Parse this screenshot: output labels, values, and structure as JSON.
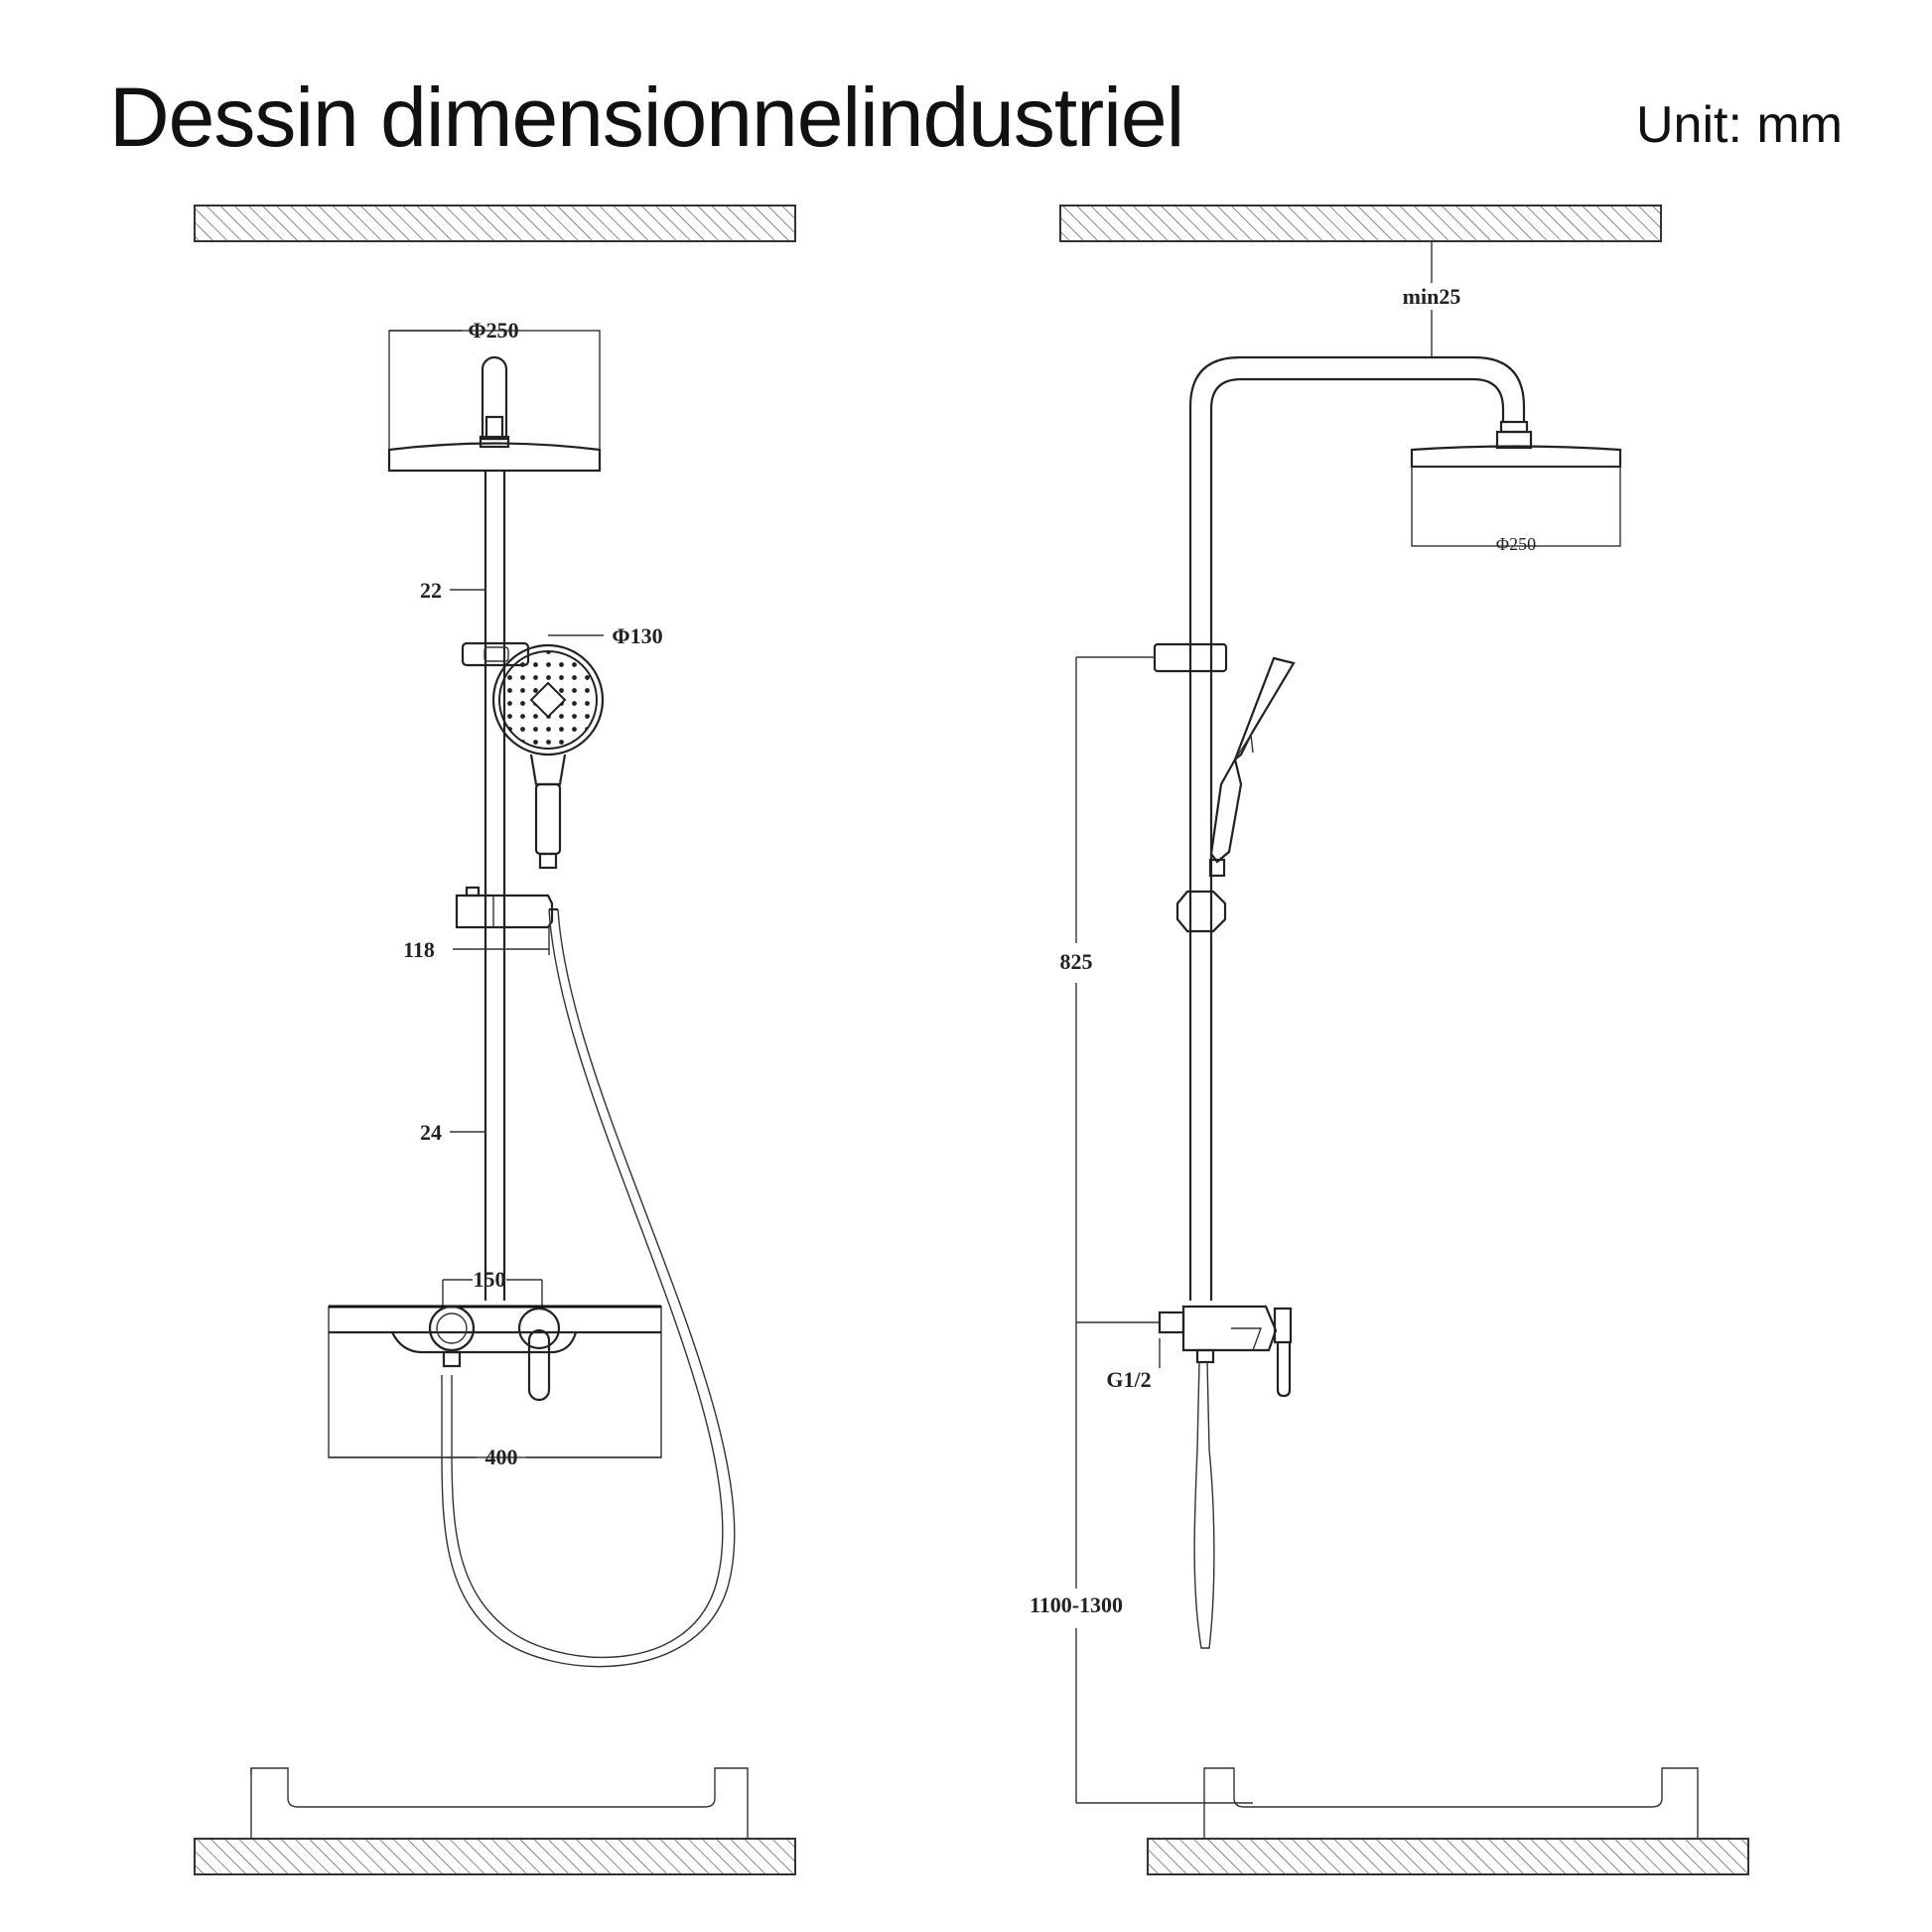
{
  "header": {
    "title": "Dessin dimensionnelindustriel",
    "unit": "Unit: mm"
  },
  "front_view": {
    "dims": {
      "overhead_diameter": "Φ250",
      "pipe_upper": "22",
      "handshower_diameter": "Φ130",
      "holder_height": "118",
      "pipe_lower": "24",
      "handle_spacing": "150",
      "mixer_width": "400"
    }
  },
  "side_view": {
    "dims": {
      "ceiling_clearance": "min25",
      "overhead_diameter": "Φ250",
      "bracket_spacing": "825",
      "inlet_thread": "G1/2",
      "install_height": "1100-1300"
    }
  }
}
